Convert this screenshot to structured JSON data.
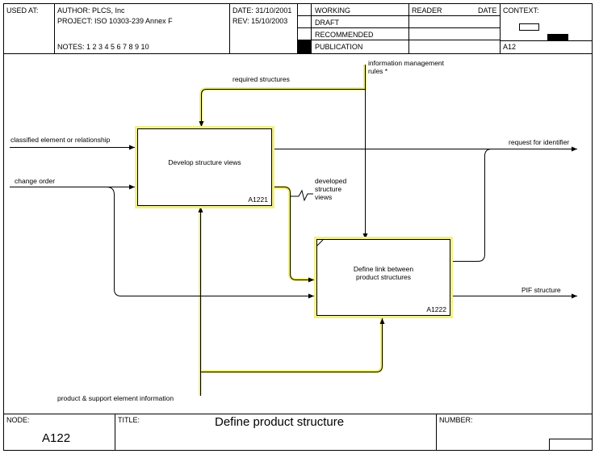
{
  "header": {
    "used_at_label": "USED AT:",
    "author": "AUTHOR:  PLCS, Inc",
    "project": "PROJECT:  ISO 10303-239 Annex F",
    "notes": "NOTES:  1  2  3  4  5  6  7  8  9  10",
    "date": "DATE:  31/10/2001",
    "rev": "REV:    15/10/2003",
    "status": [
      "WORKING",
      "DRAFT",
      "RECOMMENDED",
      "PUBLICATION"
    ],
    "reader_label": "READER",
    "date_label": "DATE",
    "context_label": "CONTEXT:",
    "context_node": "A12"
  },
  "diagram": {
    "boxes": [
      {
        "title": "Develop structure views",
        "number": "A1221"
      },
      {
        "title": "Define link between product structures",
        "number": "A1222"
      }
    ],
    "arrows": {
      "required_structures": "required structures",
      "information_management_rules": "information management rules *",
      "classified_element": "classified element or relationship",
      "change_order": "change order",
      "developed_structure_views": "developed structure views",
      "request_for_identifier": "request for identifier",
      "pif_structure": "PIF structure",
      "product_support_info": "product & support element information"
    }
  },
  "footer": {
    "node_label": "NODE:",
    "node_value": "A122",
    "title_label": "TITLE:",
    "title_value": "Define product structure",
    "number_label": "NUMBER:"
  }
}
